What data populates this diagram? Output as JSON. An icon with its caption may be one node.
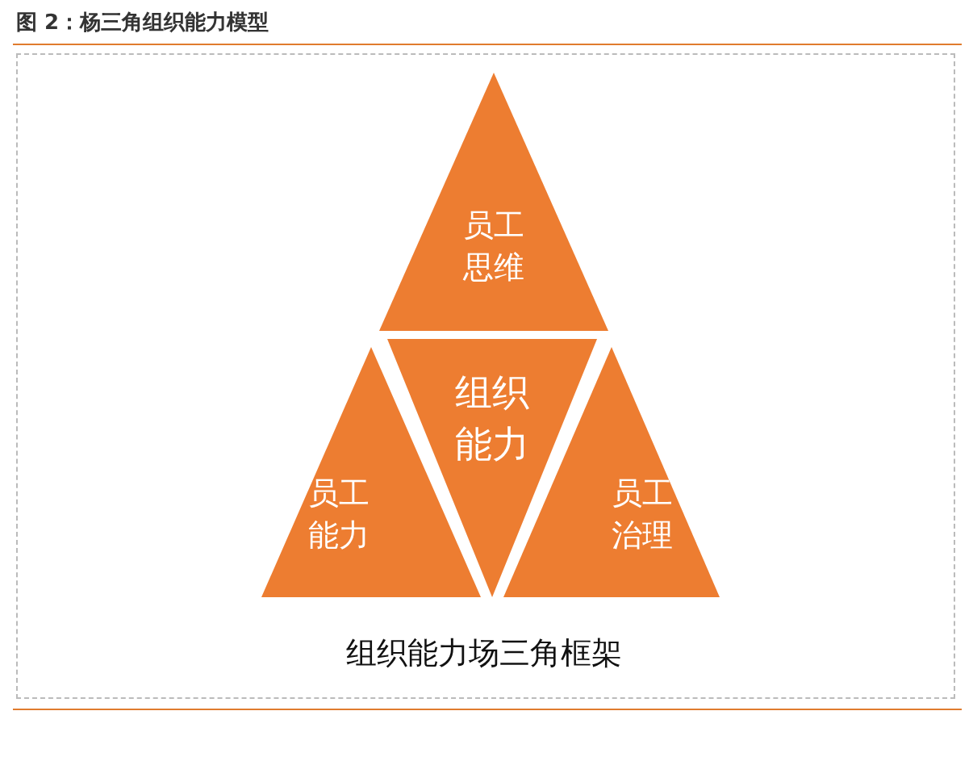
{
  "diagram": {
    "title": "图 2：杨三角组织能力模型",
    "nodes": [
      {
        "text": [
          "员工思维"
        ]
      },
      {
        "text": [
          "组织能力"
        ]
      },
      {
        "text": [
          "员工能力"
        ]
      },
      {
        "text": [
          "员工治理"
        ]
      }
    ],
    "edges": [],
    "caption": "组织能力场三角框架"
  }
}
